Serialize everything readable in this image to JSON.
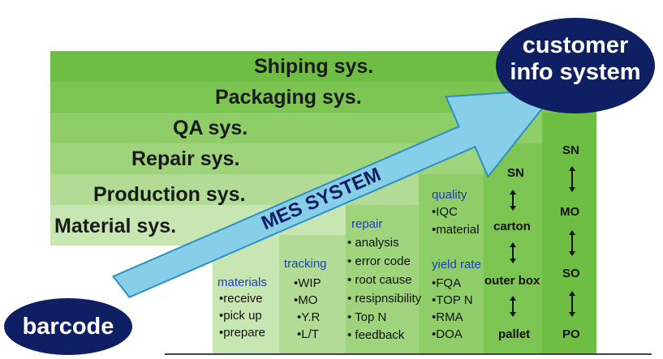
{
  "layers": [
    {
      "label": "Shiping sys.",
      "color": "#6fbe44"
    },
    {
      "label": "Packaging sys.",
      "color": "#7cc553"
    },
    {
      "label": "QA sys.",
      "color": "#8ecd68"
    },
    {
      "label": "Repair sys.",
      "color": "#9fd47d"
    },
    {
      "label": "Production sys.",
      "color": "#b2dc95"
    },
    {
      "label": "Material sys.",
      "color": "#c8e6b2"
    }
  ],
  "arrow": {
    "label": "MES SYSTEM",
    "color": "#87cfe8"
  },
  "columns": {
    "materials": {
      "title": "materials",
      "items": [
        "•receive",
        "•pick up",
        "•prepare"
      ]
    },
    "tracking": {
      "title": "tracking",
      "items": [
        "•WIP",
        "•MO",
        "•Y.R",
        "•L/T"
      ]
    },
    "repair": {
      "title": "repair",
      "items": [
        "• analysis",
        "• error code",
        "• root cause",
        "• resipnsibility",
        "• Top N",
        "• feedback"
      ]
    },
    "quality": {
      "title": "quality",
      "items": [
        "•IQC",
        "•material"
      ]
    },
    "yield_rate": {
      "title": "yield rate",
      "items": [
        "•FQA",
        "•TOP N",
        "•RMA",
        "•DOA"
      ]
    }
  },
  "packing_chain": [
    "SN",
    "carton",
    "outer box",
    "pallet"
  ],
  "customer_chain": [
    "SN",
    "MO",
    "SO",
    "PO"
  ],
  "barcode": "barcode",
  "customer": {
    "line1": "customer",
    "line2": "info system"
  }
}
